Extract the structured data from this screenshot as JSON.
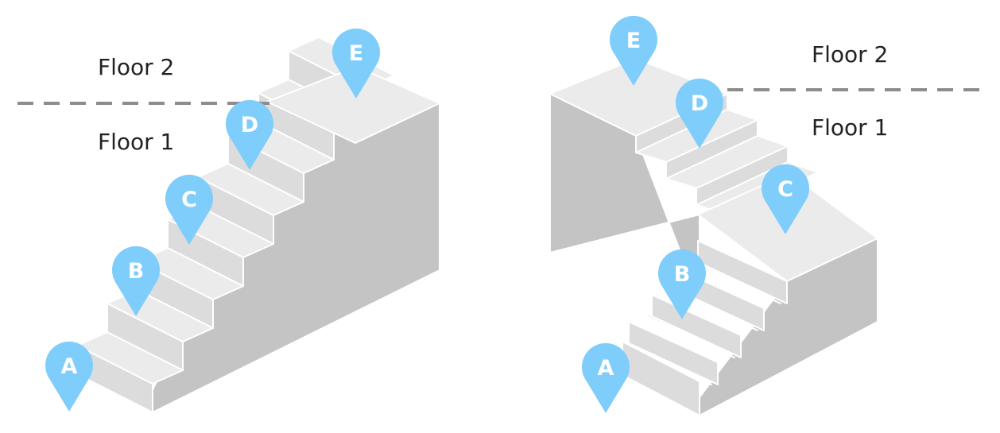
{
  "colors": {
    "tread": "#ebebeb",
    "riser": "#dcdcdc",
    "side": "#c4c4c4",
    "outline": "#ffffff",
    "pin": "#7fcdfa",
    "pin_text": "#ffffff",
    "divider": "#8c8c8c"
  },
  "left_diagram": {
    "floor_upper": "Floor 2",
    "floor_lower": "Floor 1",
    "pins": [
      "A",
      "B",
      "C",
      "D",
      "E"
    ]
  },
  "right_diagram": {
    "floor_upper": "Floor 2",
    "floor_lower": "Floor 1",
    "pins": [
      "A",
      "B",
      "C",
      "D",
      "E"
    ]
  }
}
